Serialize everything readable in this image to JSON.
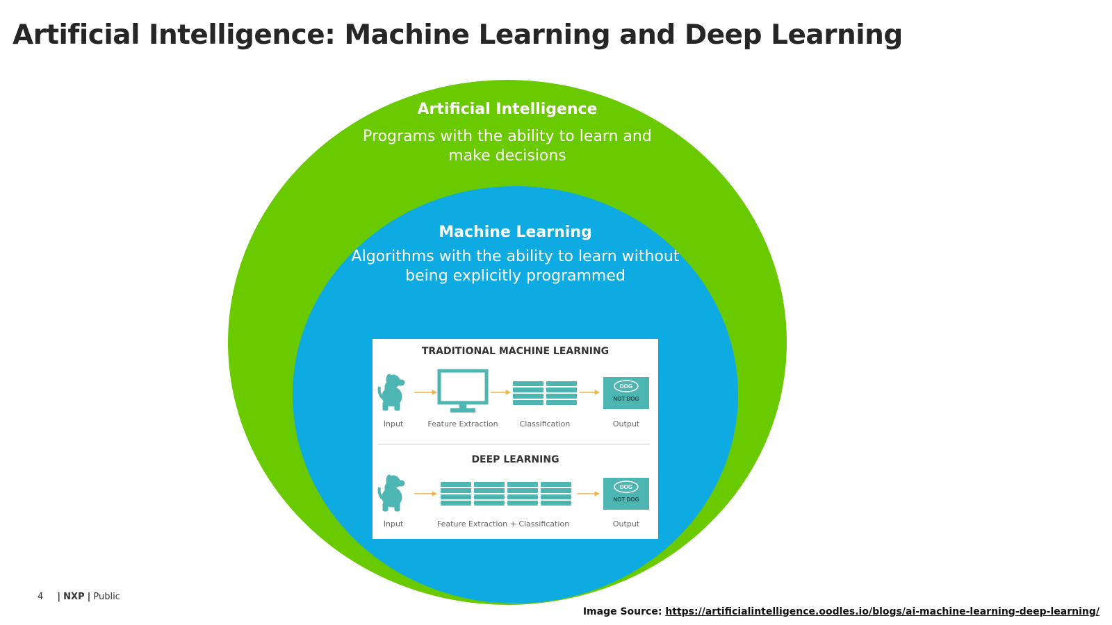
{
  "title": "Artificial Intelligence: Machine Learning and Deep Learning",
  "ai": {
    "heading": "Artificial Intelligence",
    "description": "Programs with the ability to learn and make decisions",
    "color": "#69ca00"
  },
  "ml": {
    "heading": "Machine Learning",
    "description": "Algorithms with the ability to learn without being explicitly programmed",
    "color": "#0eabe2"
  },
  "figure": {
    "traditional": {
      "heading": "TRADITIONAL MACHINE LEARNING",
      "labels": {
        "input": "Input",
        "feature": "Feature Extraction",
        "classification": "Classification",
        "output": "Output"
      }
    },
    "deep": {
      "heading": "DEEP LEARNING",
      "labels": {
        "input": "Input",
        "combined": "Feature Extraction + Classification",
        "output": "Output"
      }
    },
    "output_box": {
      "top": "DOG",
      "bottom": "NOT DOG"
    },
    "icon_color": "#4db6b3",
    "arrow_color": "#f0b54a"
  },
  "footer": {
    "page_number": "4",
    "brand": "NXP",
    "classification": "Public"
  },
  "source": {
    "label": "Image Source:",
    "url": "https://artificialintelligence.oodles.io/blogs/ai-machine-learning-deep-learning/"
  }
}
